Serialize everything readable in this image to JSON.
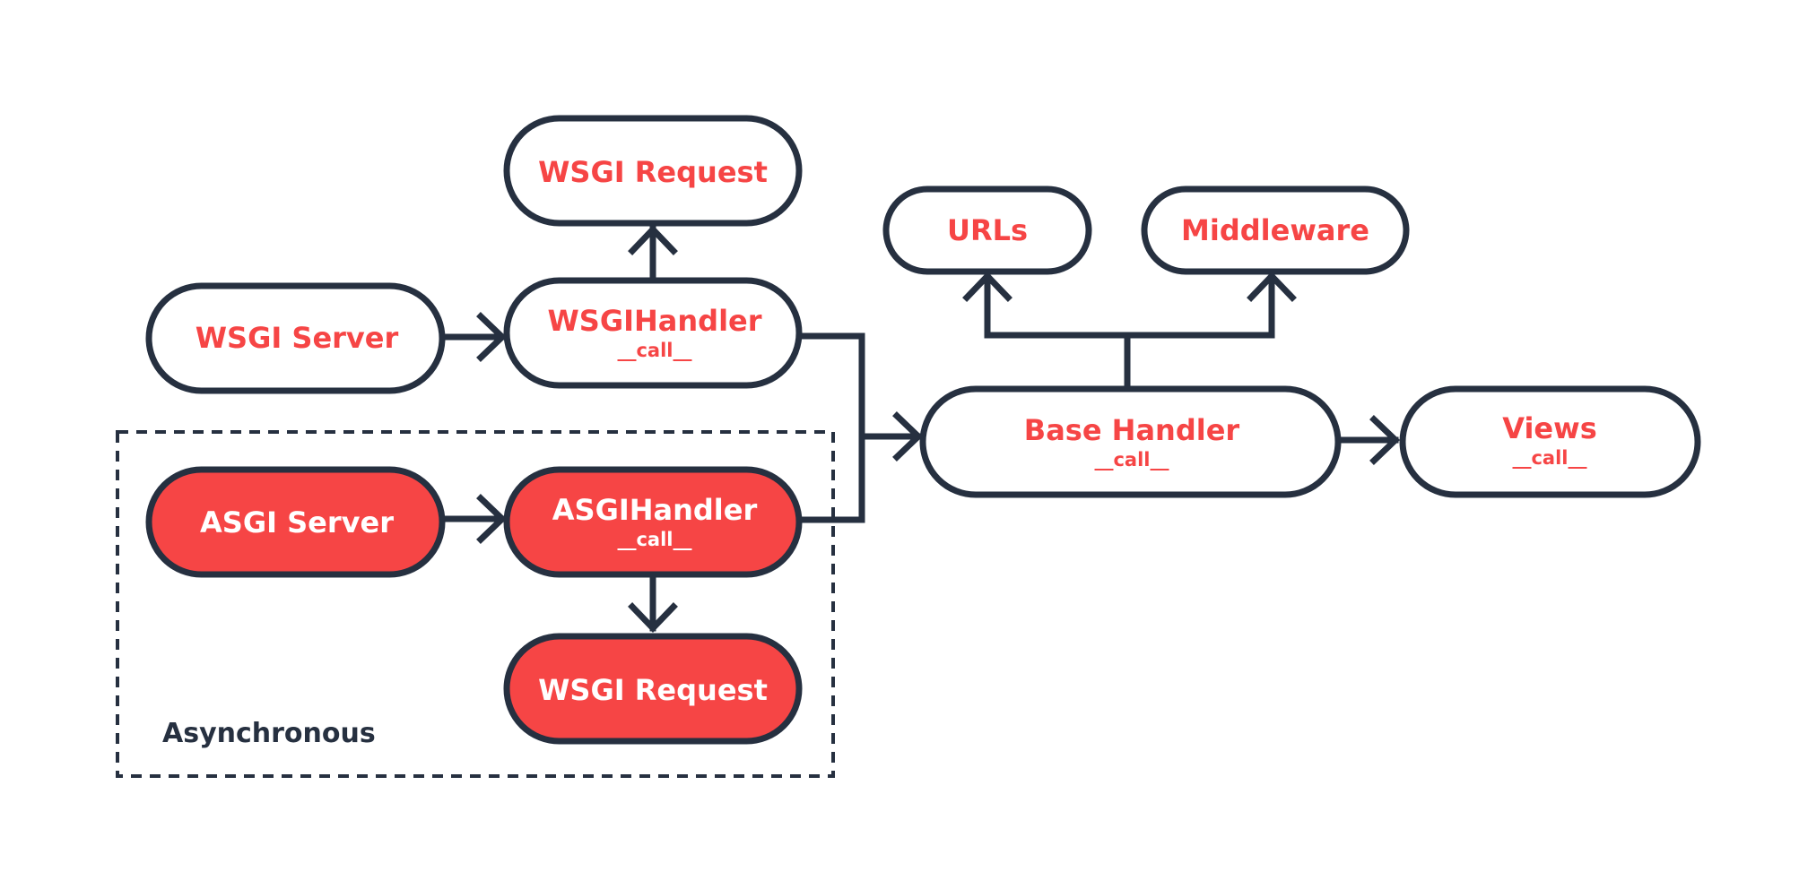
{
  "colors": {
    "stroke": "#263040",
    "accent": "#f64545",
    "white": "#ffffff"
  },
  "nodes": {
    "wsgi_request_top": {
      "title": "WSGI Request"
    },
    "wsgi_server": {
      "title": "WSGI Server"
    },
    "wsgi_handler": {
      "title": "WSGIHandler",
      "sub": "__call__"
    },
    "asgi_server": {
      "title": "ASGI Server"
    },
    "asgi_handler": {
      "title": "ASGIHandler",
      "sub": "__call__"
    },
    "wsgi_request_bottom": {
      "title": "WSGI Request"
    },
    "urls": {
      "title": "URLs"
    },
    "middleware": {
      "title": "Middleware"
    },
    "base_handler": {
      "title": "Base Handler",
      "sub": "__call__"
    },
    "views": {
      "title": "Views",
      "sub": "__call__"
    }
  },
  "group": {
    "label": "Asynchronous"
  }
}
